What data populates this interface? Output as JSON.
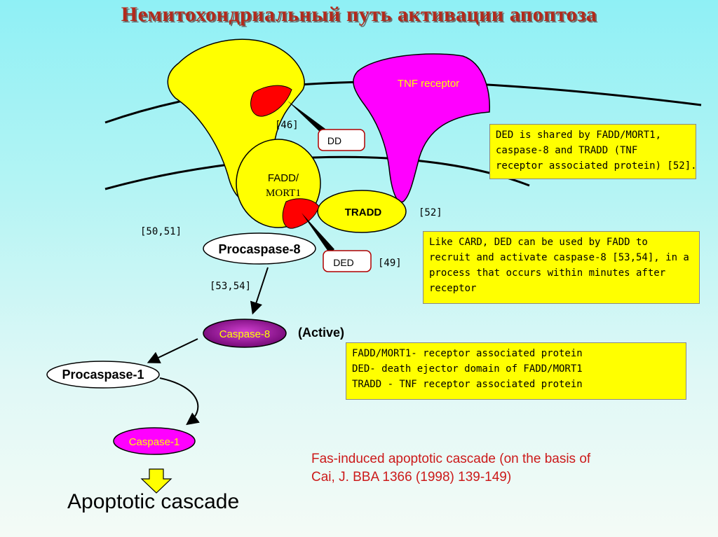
{
  "title": "Немитохондриальный путь активации апоптоза",
  "labels": {
    "tnf_receptor": "TNF receptor",
    "dd": "DD",
    "fadd_line1": "FADD/",
    "fadd_line2": "MORT1",
    "tradd": "TRADD",
    "procaspase8": "Procaspase-8",
    "ded": "DED",
    "caspase8": "Caspase-8",
    "active": "(Active)",
    "procaspase1": "Procaspase-1",
    "caspase1": "Caspase-1"
  },
  "refs": {
    "r46": "[46]",
    "r52": "[52]",
    "r5051": "[50,51]",
    "r49": "[49]",
    "r5354": "[53,54]"
  },
  "notes": {
    "ded_shared": [
      "DED is shared by FADD/MORT1,",
      "caspase-8 and TRADD (TNF",
      "receptor associated protein) [52]."
    ],
    "card": [
      "Like CARD, DED can be used by FADD to",
      "recruit and activate caspase-8 [53,54], in a",
      "process that occurs within minutes after",
      "receptor"
    ],
    "glossary": [
      "FADD/MORT1- receptor associated protein",
      "DED- death ejector domain of FADD/MORT1",
      "TRADD - TNF receptor associated protein"
    ]
  },
  "citation": [
    "Fas-induced apoptotic cascade (on the basis of",
    "Cai, J. BBA 1366 (1998) 139-149)"
  ],
  "cascade_label": "Apoptotic cascade",
  "colors": {
    "yellow": "#ffff00",
    "magenta": "#ff00ff",
    "red": "#ff0000",
    "caspase8_fill": "#8a0a8a",
    "title": "#b22a1c",
    "citation": "#cc1a1a"
  }
}
